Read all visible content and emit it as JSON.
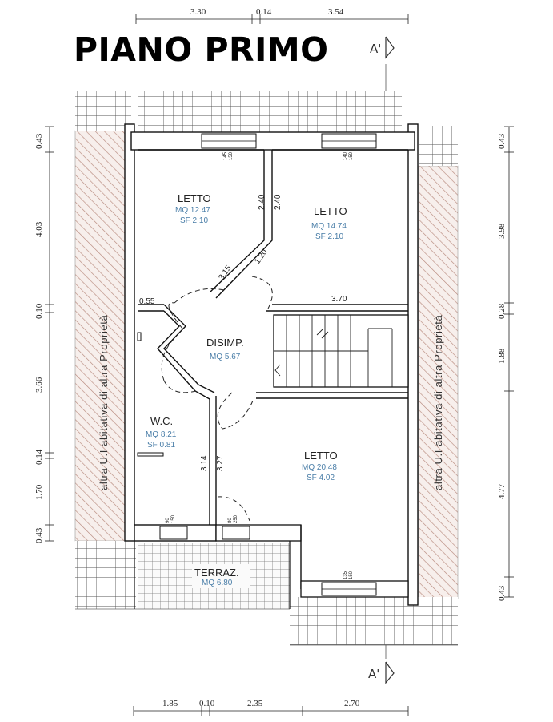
{
  "title": "PIANO PRIMO",
  "section_marker": "A'",
  "neighbor_label": "altra U.I abitativa di altra Proprietà",
  "rooms": [
    {
      "name": "LETTO",
      "mq": "MQ 12.47",
      "sf": "SF 2.10"
    },
    {
      "name": "LETTO",
      "mq": "MQ 14.74",
      "sf": "SF 2.10"
    },
    {
      "name": "DISIMP.",
      "mq": "MQ 5.67",
      "sf": ""
    },
    {
      "name": "W.C.",
      "mq": "MQ 8.21",
      "sf": "SF 0.81"
    },
    {
      "name": "LETTO",
      "mq": "MQ 20.48",
      "sf": "SF 4.02"
    },
    {
      "name": "TERRAZ.",
      "mq": "MQ 6.80",
      "sf": ""
    }
  ],
  "top_dims": [
    "3.30",
    "0.14",
    "3.54"
  ],
  "bottom_dims": [
    "1.85",
    "0.10",
    "2.35",
    "2.70"
  ],
  "left_dims": [
    "0.43",
    "4.03",
    "0.10",
    "3.66",
    "0.14",
    "1.70",
    "0.43"
  ],
  "right_dims": [
    "0.43",
    "3.98",
    "0.28",
    "1.88",
    "4.77",
    "0.43"
  ],
  "interior_dims": [
    "2.40",
    "2.40",
    "3.15",
    "1.20",
    "0.55",
    "3.70",
    "3.14",
    "3.27"
  ],
  "window_labels": [
    "145",
    "150",
    "140",
    "150",
    "90",
    "150",
    "80",
    "250",
    "135",
    "150"
  ]
}
